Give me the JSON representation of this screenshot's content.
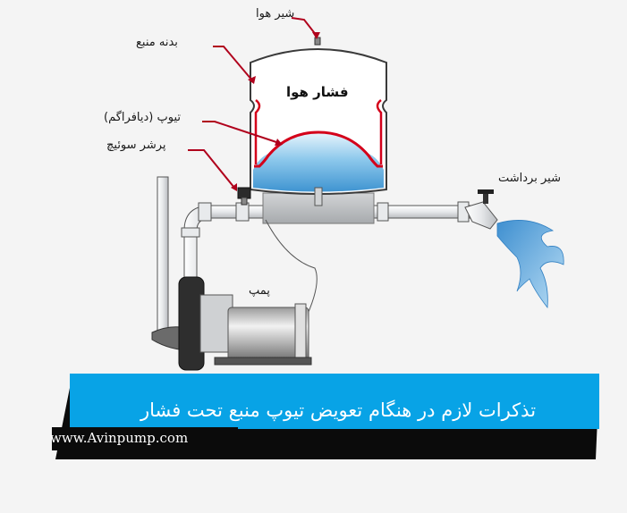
{
  "diagram": {
    "labels": {
      "air_valve": "شیر هوا",
      "tank_body": "بدنه منبع",
      "diaphragm": "تیوپ (دیافراگم)",
      "pressure_switch": "پرشر سوئیچ",
      "outlet_valve": "شیر برداشت",
      "pump": "پمپ",
      "air_pressure": "فشار هوا"
    },
    "colors": {
      "water": "#5aa9de",
      "leader": "#b0001c",
      "banner": "#08a3e6",
      "banner_shadow": "#0b0b0b",
      "pipe": "#e4e6e8",
      "tank_fill": "#ffffff"
    }
  },
  "banner": {
    "title": "تذکرات لازم در هنگام تعویض تیوپ منبع تحت فشار",
    "website": "www.Avinpump.com"
  }
}
